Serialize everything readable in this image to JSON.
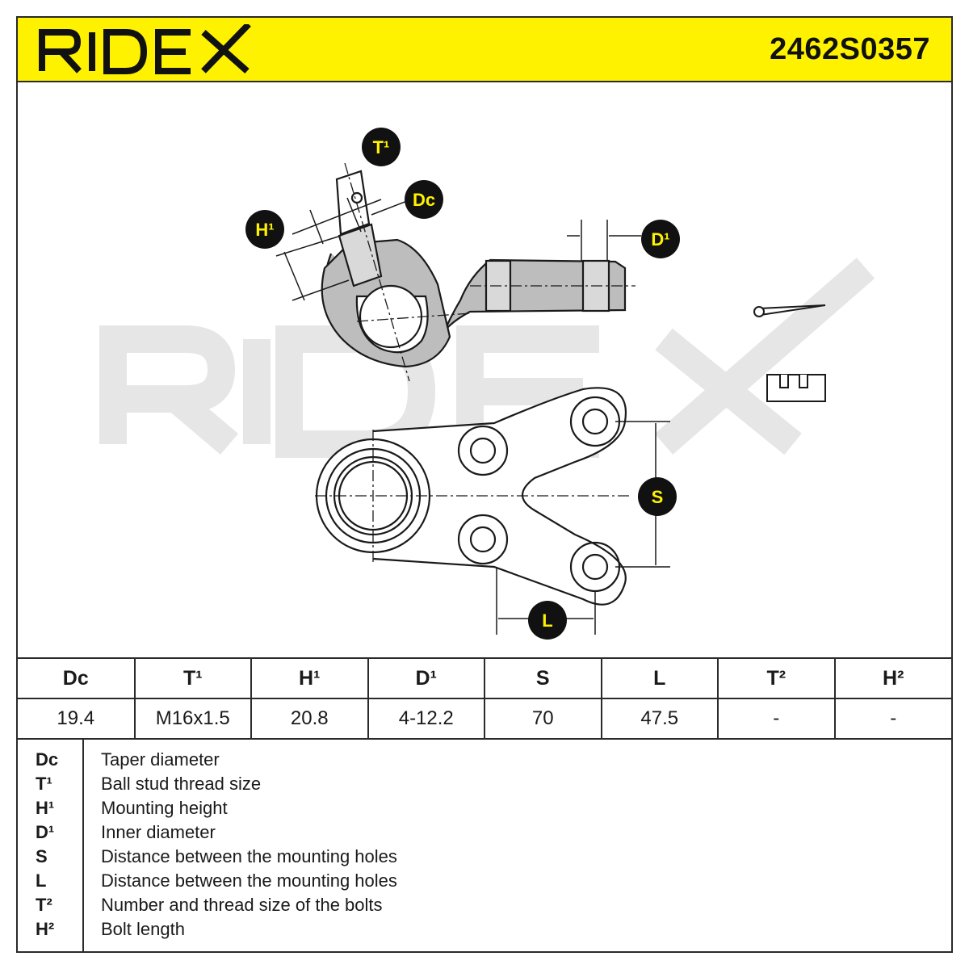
{
  "brand": {
    "name": "RIDEX",
    "colors": {
      "yellow": "#fff200",
      "dark": "#1a1a1a",
      "watermark": "#e6e6e6"
    }
  },
  "part_number": "2462S0357",
  "diagram": {
    "labels": {
      "T1": "T¹",
      "Dc": "Dc",
      "H1": "H¹",
      "D1": "D¹",
      "S": "S",
      "L": "L"
    },
    "watermark": "RIDEX"
  },
  "specs": {
    "headers": [
      "Dc",
      "T¹",
      "H¹",
      "D¹",
      "S",
      "L",
      "T²",
      "H²"
    ],
    "values": [
      "19.4",
      "M16x1.5",
      "20.8",
      "4-12.2",
      "70",
      "47.5",
      "-",
      "-"
    ]
  },
  "legend": [
    {
      "key": "Dc",
      "desc": "Taper diameter"
    },
    {
      "key": "T¹",
      "desc": "Ball stud thread size"
    },
    {
      "key": "H¹",
      "desc": "Mounting height"
    },
    {
      "key": "D¹",
      "desc": "Inner diameter"
    },
    {
      "key": "S",
      "desc": "Distance between the mounting holes"
    },
    {
      "key": "L",
      "desc": "Distance between the mounting holes"
    },
    {
      "key": "T²",
      "desc": "Number and thread size of the bolts"
    },
    {
      "key": "H²",
      "desc": "Bolt length"
    }
  ]
}
